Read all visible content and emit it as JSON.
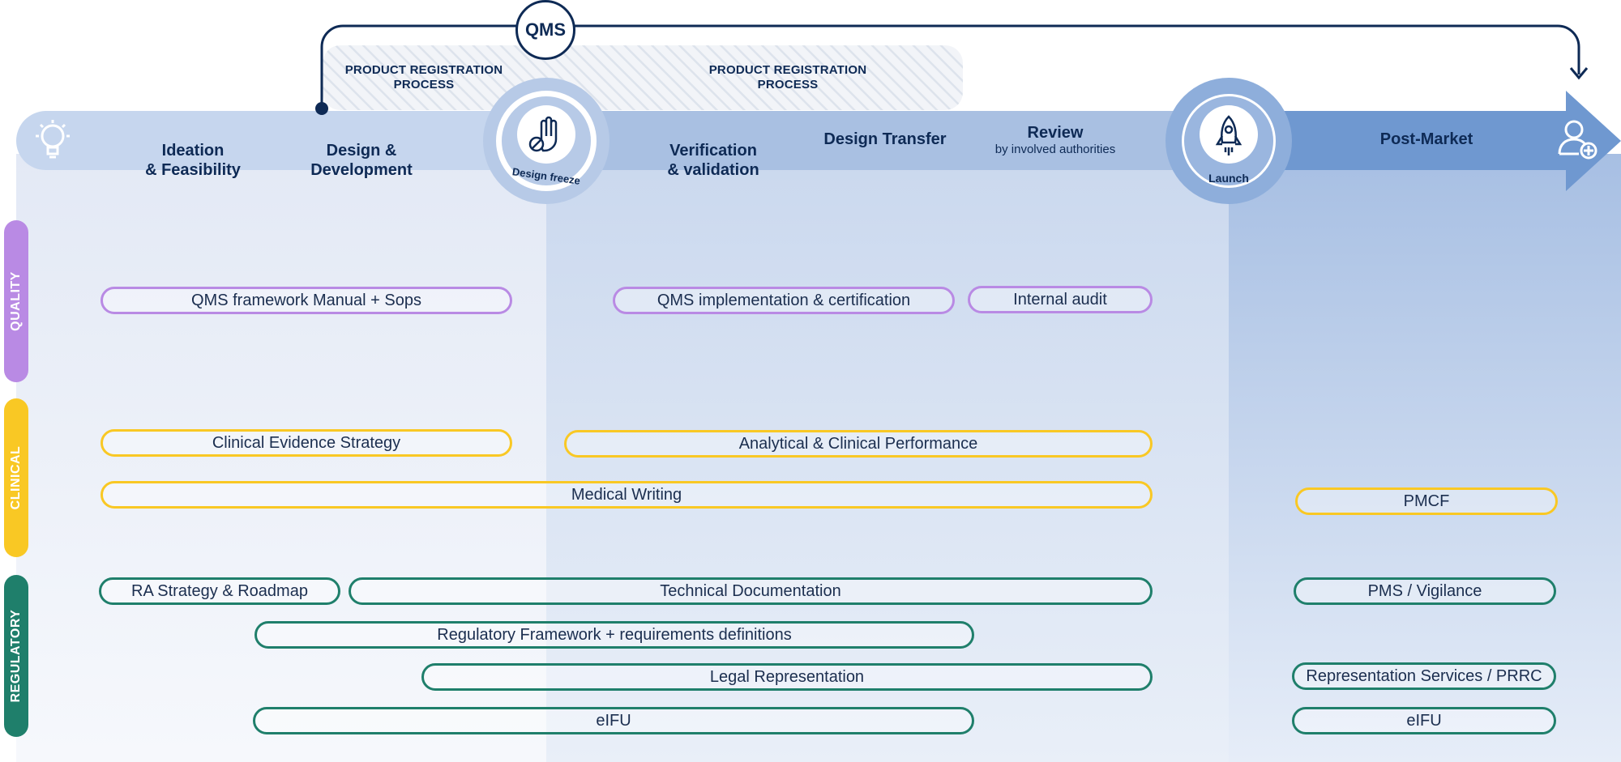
{
  "header": {
    "qms_label": "QMS",
    "registration_1": "PRODUCT REGISTRATION\nPROCESS",
    "registration_2": "PRODUCT REGISTRATION\nPROCESS"
  },
  "phases": [
    {
      "title": "Ideation\n& Feasibility",
      "sub": ""
    },
    {
      "title": "Design &\nDevelopment",
      "sub": ""
    },
    {
      "title": "Verification\n& validation",
      "sub": ""
    },
    {
      "title": "Design Transfer",
      "sub": ""
    },
    {
      "title": "Review",
      "sub": "by involved authorities"
    },
    {
      "title": "Post-Market",
      "sub": ""
    }
  ],
  "milestones": {
    "design_freeze": "Design freeze",
    "launch": "Launch"
  },
  "categories": {
    "quality": "QUALITY",
    "clinical": "CLINICAL",
    "regulatory": "REGULATORY"
  },
  "activities": {
    "quality": [
      "QMS framework Manual + Sops",
      "QMS implementation & certification",
      "Internal audit"
    ],
    "clinical": [
      "Clinical Evidence Strategy",
      "Analytical & Clinical Performance",
      "Medical Writing",
      "PMCF"
    ],
    "regulatory": [
      "RA Strategy & Roadmap",
      "Technical Documentation",
      "PMS / Vigilance",
      "Regulatory Framework + requirements definitions",
      "Legal Representation",
      "Representation Services / PRRC",
      "eIFU",
      "eIFU"
    ]
  },
  "icons": [
    "lightbulb-icon",
    "hand-stop-icon",
    "rocket-icon",
    "add-user-icon"
  ],
  "colors": {
    "navy": "#0e2a55",
    "quality": "#b98ae4",
    "clinical": "#f9c824",
    "regulatory": "#1f7f6b",
    "arrow_light": "#c6d6ee",
    "arrow_mid": "#a9c0e2",
    "arrow_dark": "#6f98d0"
  }
}
